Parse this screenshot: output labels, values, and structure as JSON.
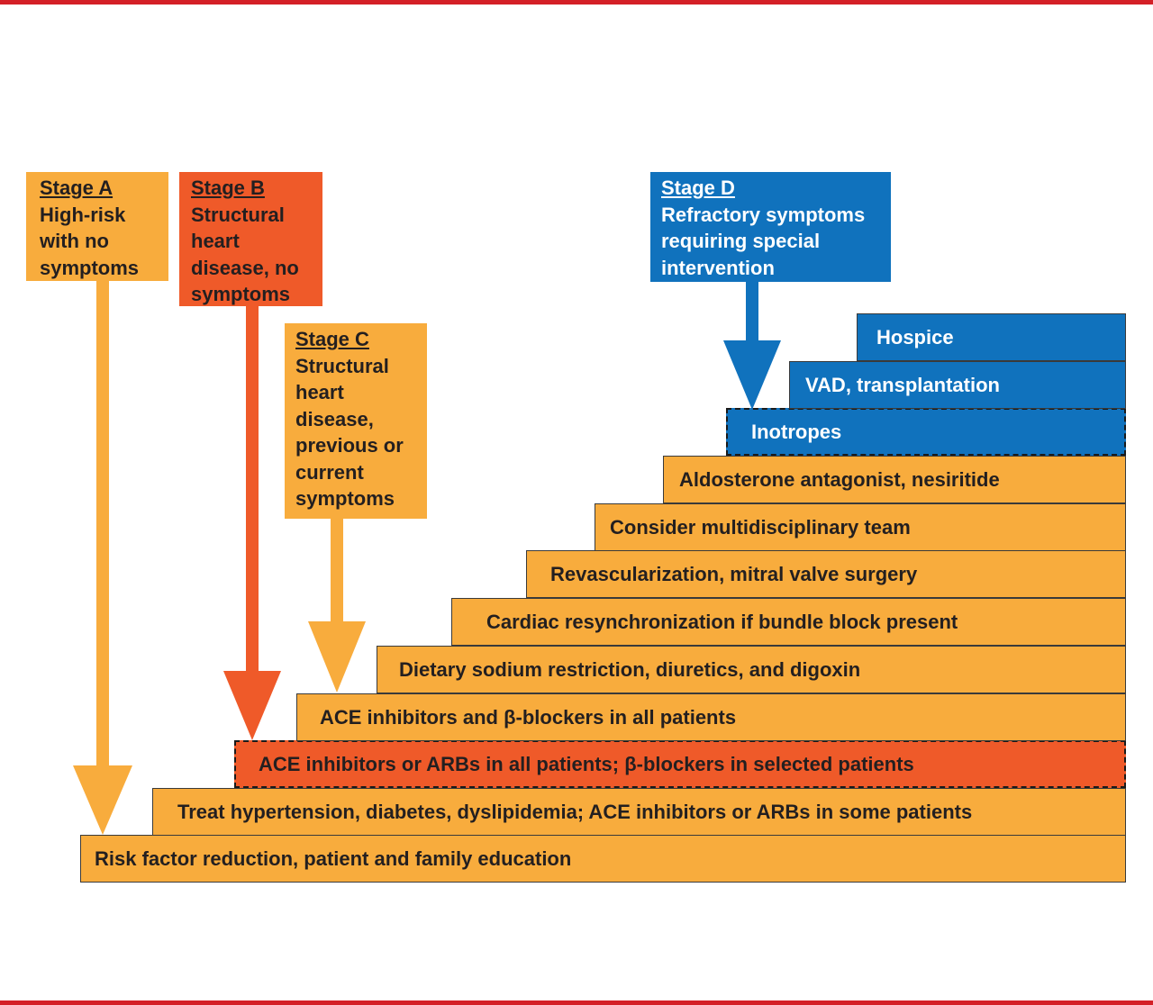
{
  "colors": {
    "orange": "#f8ac3d",
    "red": "#ef5a29",
    "blue": "#1072bd",
    "rule": "#d42027"
  },
  "stages": {
    "a": {
      "title": "Stage A",
      "lines": [
        "High-risk",
        "with no",
        "symptoms"
      ]
    },
    "b": {
      "title": "Stage B",
      "lines": [
        "Structural",
        "heart",
        "disease, no",
        "symptoms"
      ]
    },
    "c": {
      "title": "Stage C",
      "lines": [
        "Structural",
        "heart",
        "disease,",
        "previous or",
        "current",
        "symptoms"
      ]
    },
    "d": {
      "title": "Stage D",
      "lines": [
        "Refractory symptoms",
        "requiring special",
        "intervention"
      ]
    }
  },
  "steps": {
    "hospice": "Hospice",
    "vad": "VAD, transplantation",
    "inotropes": "Inotropes",
    "aldosterone": "Aldosterone antagonist, nesiritide",
    "team": "Consider multidisciplinary team",
    "revasc": "Revascularization, mitral valve surgery",
    "crt": "Cardiac resynchronization if bundle block present",
    "sodium": "Dietary sodium restriction, diuretics, and digoxin",
    "ace_beta": "ACE inhibitors and β-blockers in all patients",
    "ace_arb": "ACE inhibitors or ARBs in all patients; β-blockers in selected patients",
    "treat": "Treat hypertension, diabetes, dyslipidemia; ACE inhibitors or ARBs in some patients",
    "risk": "Risk factor reduction, patient and family education"
  }
}
